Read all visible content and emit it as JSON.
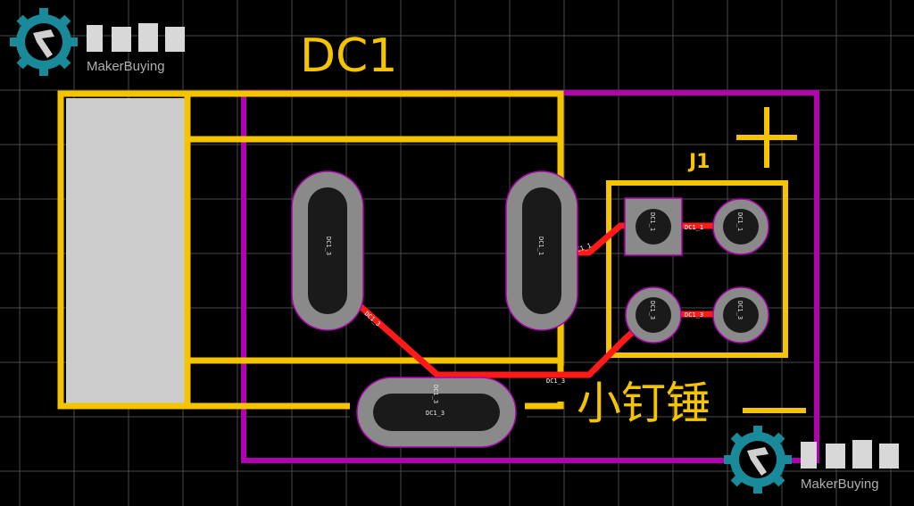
{
  "board": {
    "designator": "DC1",
    "connector": "J1",
    "plus_symbol": "+",
    "minus_symbol": "—",
    "chinese_text": "小钉锤"
  },
  "pads": {
    "left_pad_label": "DC1_3",
    "right_pad_label": "DC1_1",
    "bottom_pad_label_a": "DC1_3",
    "bottom_pad_label_b": "DC1_3",
    "j1_square_label": "DC1_1",
    "j1_tr_label": "DC1_1",
    "j1_bl_label": "DC1_3",
    "j1_br_label": "DC1_3"
  },
  "nets": {
    "net_dc1_1_a": "DC1_1",
    "net_dc1_1_b": "DC1_1",
    "net_dc1_3_a": "DC1_3",
    "net_dc1_3_b": "DC1_3",
    "net_dc1_3_c": "DC1_3"
  },
  "branding": {
    "name": "MakerBuying",
    "icon": "gear-hammer-icon"
  },
  "colors": {
    "background": "#000000",
    "grid": "#4a4a4a",
    "silkscreen": "#f5c400",
    "board_outline": "#b000b0",
    "copper_trace": "#ff1a1a",
    "pad_ring": "#8a8a8a",
    "pad_hole": "#1a1a1a",
    "body_fill": "#cccccc",
    "logo_teal": "#1a8a9a"
  }
}
